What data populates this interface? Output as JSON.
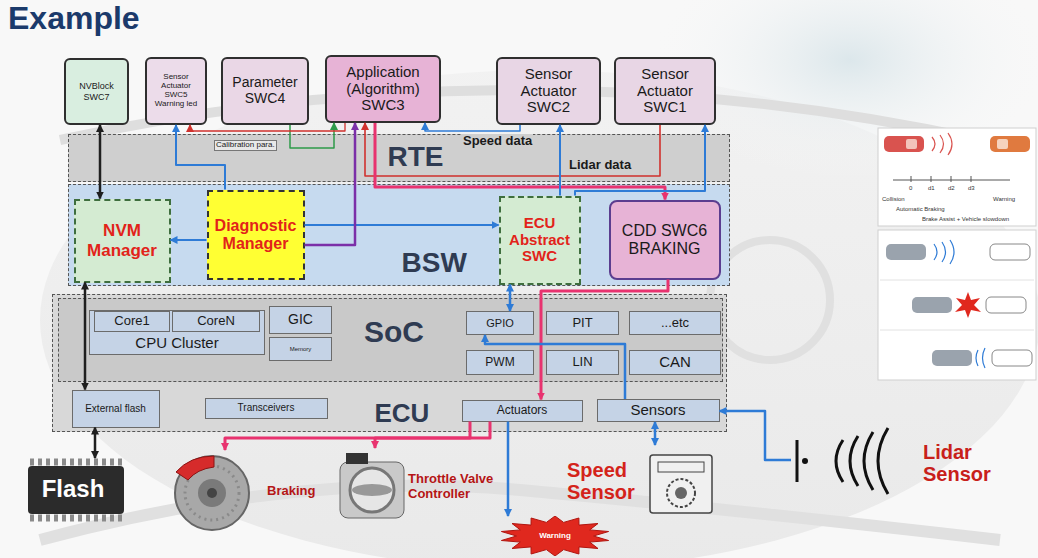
{
  "diagram": {
    "title": "Example",
    "nodes": [
      {
        "text": [
          "NVBlock SWC7"
        ]
      },
      {
        "text": [
          "Sensor Actuator SWC5 Warning led"
        ]
      },
      {
        "text": [
          "Parameter SWC4"
        ]
      },
      {
        "text": [
          "Application (Algorithm) SWC3"
        ]
      },
      {
        "text": [
          "Sensor Actuator SWC2"
        ]
      },
      {
        "text": [
          "Sensor Actuator SWC1"
        ]
      },
      {
        "text": [
          "RTE"
        ]
      },
      {
        "text": [
          "BSW"
        ]
      },
      {
        "text": [
          "NVM Manager"
        ],
        "in": 7
      },
      {
        "text": [
          "Diagnostic Manager"
        ],
        "in": 7
      },
      {
        "text": [
          "ECU Abstract SWC"
        ],
        "in": 7
      },
      {
        "text": [
          "CDD SWC6 BRAKING"
        ],
        "in": 7
      },
      {
        "text": [
          "ECU"
        ]
      },
      {
        "text": [
          "SoC"
        ],
        "in": 12
      },
      {
        "text": [
          "CPU Cluster"
        ],
        "in": 13
      },
      {
        "text": [
          "Core1"
        ],
        "in": 14
      },
      {
        "text": [
          "CoreN"
        ],
        "in": 14
      },
      {
        "text": [
          "GIC"
        ],
        "in": 13
      },
      {
        "text": [
          "Memory"
        ],
        "in": 13
      },
      {
        "text": [
          "GPIO"
        ],
        "in": 13
      },
      {
        "text": [
          "PIT"
        ],
        "in": 13
      },
      {
        "text": [
          "...etc"
        ],
        "in": 13
      },
      {
        "text": [
          "PWM"
        ],
        "in": 13
      },
      {
        "text": [
          "LIN"
        ],
        "in": 13
      },
      {
        "text": [
          "CAN"
        ],
        "in": 13
      },
      {
        "text": [
          "External flash"
        ],
        "in": 12
      },
      {
        "text": [
          "Transceivers"
        ],
        "in": 12
      },
      {
        "text": [
          "Actuators"
        ],
        "in": 12
      },
      {
        "text": [
          "Sensors"
        ],
        "in": 12
      },
      {
        "text": [
          "Flash"
        ]
      },
      {
        "text": [
          "Braking"
        ]
      },
      {
        "text": [
          "Throttle Valve Controller"
        ]
      },
      {
        "text": [
          "Speed Sensor"
        ]
      },
      {
        "text": [
          "Warning"
        ]
      },
      {
        "text": [
          "Lidar Sensor"
        ]
      }
    ],
    "edges": [
      {
        "from": 0,
        "to": 8,
        "arrow": "both"
      },
      {
        "from": 8,
        "to": 25,
        "arrow": "both"
      },
      {
        "from": 25,
        "to": 29,
        "arrow": "both"
      },
      {
        "from": 9,
        "to": 8,
        "arrow": "to"
      },
      {
        "from": 9,
        "to": 1,
        "arrow": "to"
      },
      {
        "from": 9,
        "to": 10,
        "arrow": "to"
      },
      {
        "from": 9,
        "to": 3,
        "arrow": "to"
      },
      {
        "from": 2,
        "to": 3,
        "label": "Calibration para.",
        "arrow": "to"
      },
      {
        "from": 3,
        "to": 1,
        "arrow": "to"
      },
      {
        "from": 4,
        "to": 3,
        "label": "Speed data",
        "arrow": "to"
      },
      {
        "from": 5,
        "to": 3,
        "label": "Lidar data",
        "arrow": "to"
      },
      {
        "from": 3,
        "to": 11,
        "arrow": "to"
      },
      {
        "from": 11,
        "to": 27,
        "arrow": "to"
      },
      {
        "from": 27,
        "to": 30,
        "arrow": "to"
      },
      {
        "from": 27,
        "to": 31,
        "arrow": "to"
      },
      {
        "from": 27,
        "to": 33,
        "arrow": "to"
      },
      {
        "from": 10,
        "to": 19,
        "arrow": "both"
      },
      {
        "from": 10,
        "to": 4,
        "arrow": "to"
      },
      {
        "from": 10,
        "to": 5,
        "arrow": "to"
      },
      {
        "from": 28,
        "to": 19,
        "arrow": "to"
      },
      {
        "from": 32,
        "to": 28,
        "arrow": "both"
      },
      {
        "from": 34,
        "to": 28,
        "arrow": "to"
      }
    ],
    "labels": [
      "0",
      "d1",
      "d2",
      "d3",
      "Collision",
      "Warning",
      "Automatic Braking",
      "Brake Assist + Vehicle slowdown"
    ]
  }
}
